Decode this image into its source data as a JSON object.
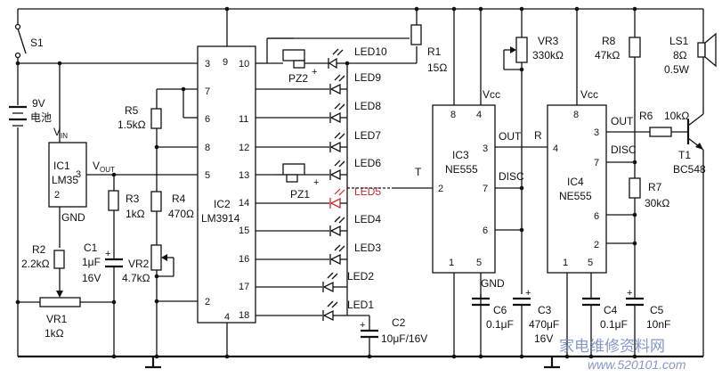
{
  "components": {
    "s1": "S1",
    "battery": "9V",
    "battery_cn": "电池",
    "ic1_vin": "V",
    "ic1_vin_sub": "IN",
    "ic1_name": "IC1",
    "ic1_part": "LM35",
    "ic1_pin3": "3",
    "ic1_pin2": "2",
    "ic1_vout": "V",
    "ic1_vout_sub": "OUT",
    "ic1_gnd": "GND",
    "r2": "R2",
    "r2_val": "2.2kΩ",
    "c1": "C1",
    "c1_val1": "1μF",
    "c1_val2": "16V",
    "vr1": "VR1",
    "vr1_val": "1kΩ",
    "r3": "R3",
    "r3_val": "1kΩ",
    "vr2": "VR2",
    "vr2_val": "4.7kΩ",
    "r4": "R4",
    "r4_val": "470Ω",
    "r5": "R5",
    "r5_val": "1.5kΩ",
    "ic2_name": "IC2",
    "ic2_part": "LM3914",
    "c2": "C2",
    "c2_val": "10μF/16V",
    "pz1": "PZ1",
    "pz2": "PZ2",
    "plus": "+",
    "r1": "R1",
    "r1_val": "15Ω",
    "t_label": "T",
    "r_label": "R",
    "ic3_name": "IC3",
    "ic3_part": "NE555",
    "vcc": "Vcc",
    "gnd": "GND",
    "out": "OUT",
    "disc": "DISC",
    "vr3": "VR3",
    "vr3_val": "330kΩ",
    "c6": "C6",
    "c6_val": "0.1μF",
    "c3": "C3",
    "c3_val1": "470μF",
    "c3_val2": "16V",
    "ic4_name": "IC4",
    "ic4_part": "NE555",
    "r8": "R8",
    "r8_val": "47kΩ",
    "r7": "R7",
    "r7_val": "30kΩ",
    "c4": "C4",
    "c4_val": "0.1μF",
    "c5": "C5",
    "c5_val": "10nF",
    "r6": "R6",
    "r6_val": "10kΩ",
    "ls1": "LS1",
    "ls1_val1": "8Ω",
    "ls1_val2": "0.5W",
    "t1": "T1",
    "t1_part": "BC548"
  },
  "ic2_pins": [
    "3",
    "9",
    "10",
    "7",
    "6",
    "11",
    "8",
    "12",
    "5",
    "13",
    "14",
    "15",
    "16",
    "17",
    "2",
    "4",
    "18"
  ],
  "ic3_pins": [
    "8",
    "4",
    "3",
    "2",
    "7",
    "6",
    "1",
    "5"
  ],
  "ic4_pins": [
    "8",
    "4",
    "3",
    "7",
    "6",
    "2",
    "1",
    "5"
  ],
  "leds": [
    "LED10",
    "LED9",
    "LED8",
    "LED7",
    "LED6",
    "LED5",
    "LED4",
    "LED3",
    "LED2",
    "LED1"
  ],
  "watermark": {
    "text": "家电维修资料网",
    "url": "www.520101.com"
  },
  "colors": {
    "ink": "#111111",
    "led5": "#cc2b2b",
    "watermark": "#6f86bf"
  }
}
